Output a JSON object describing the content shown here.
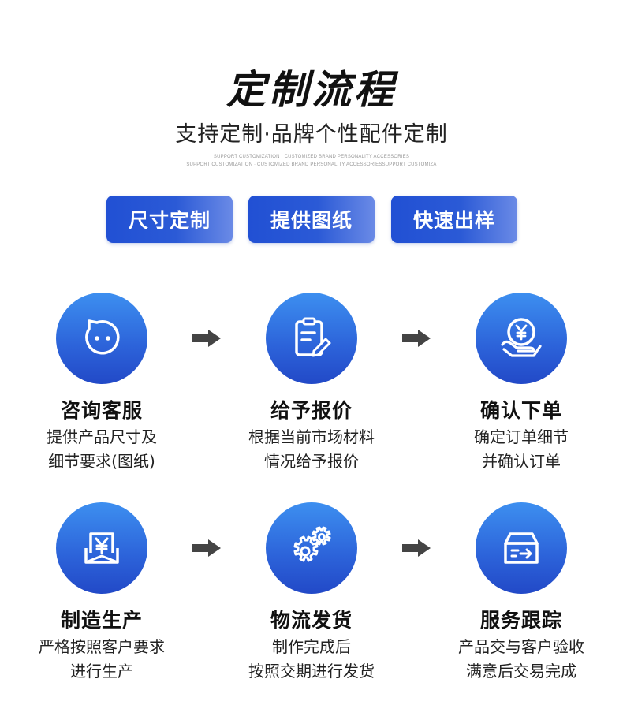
{
  "header": {
    "title": "定制流程",
    "subtitle": "支持定制·品牌个性配件定制",
    "tiny_line_1": "SUPPORT CUSTOMIZATION · CUSTOMIZED BRAND PERSONALITY ACCESSORIES",
    "tiny_line_2": "SUPPORT CUSTOMIZATION · CUSTOMIZED BRAND PERSONALITY ACCESSORIESSUPPORT CUSTOMIZA"
  },
  "pills": [
    "尺寸定制",
    "提供图纸",
    "快速出样"
  ],
  "steps": [
    {
      "icon": "chat-face-icon",
      "title": "咨询客服",
      "desc": [
        "提供产品尺寸及",
        "细节要求(图纸)"
      ]
    },
    {
      "icon": "quote-document-icon",
      "title": "给予报价",
      "desc": [
        "根据当前市场材料",
        "情况给予报价"
      ]
    },
    {
      "icon": "yen-coin-hand-icon",
      "title": "确认下单",
      "desc": [
        "确定订单细节",
        "并确认订单"
      ]
    },
    {
      "icon": "yen-box-icon",
      "title": "制造生产",
      "desc": [
        "严格按照客户要求",
        "进行生产"
      ]
    },
    {
      "icon": "gears-icon",
      "title": "物流发货",
      "desc": [
        "制作完成后",
        "按照交期进行发货"
      ]
    },
    {
      "icon": "delivery-box-icon",
      "title": "服务跟踪",
      "desc": [
        "产品交与客户验收",
        "满意后交易完成"
      ]
    }
  ],
  "colors": {
    "accent": "#2b5ad6",
    "circle_top": "#3d8ff0",
    "circle_bottom": "#2249c7",
    "arrow": "#444444"
  }
}
